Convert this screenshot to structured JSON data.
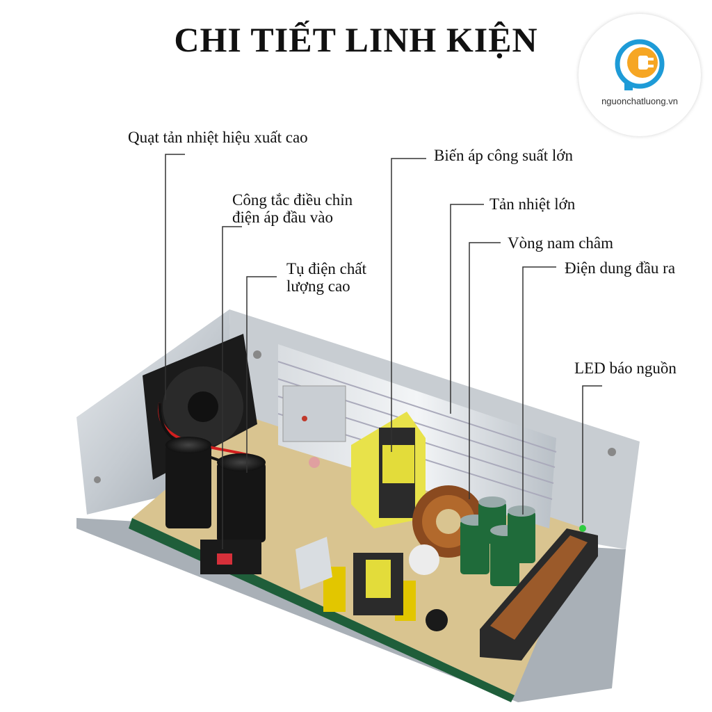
{
  "title": "CHI TIẾT LINH KIỆN",
  "logo": {
    "text": "nguonchatluong.vn",
    "icon": "plug-bulb-icon",
    "accent": "#1e9bd7",
    "accent2": "#f6a623"
  },
  "labels": {
    "fan": "Quạt tản nhiệt hiệu xuất cao",
    "switch_line1": "Công tắc điều chỉn",
    "switch_line2": "điện áp đầu vào",
    "capacitor_line1": "Tụ điện chất",
    "capacitor_line2": "lượng cao",
    "transformer": "Biến áp công suất lớn",
    "heatsink": "Tản nhiệt lớn",
    "ring": "Vòng nam châm",
    "output_cap": "Điện dung đầu ra",
    "led": "LED báo nguồn"
  }
}
